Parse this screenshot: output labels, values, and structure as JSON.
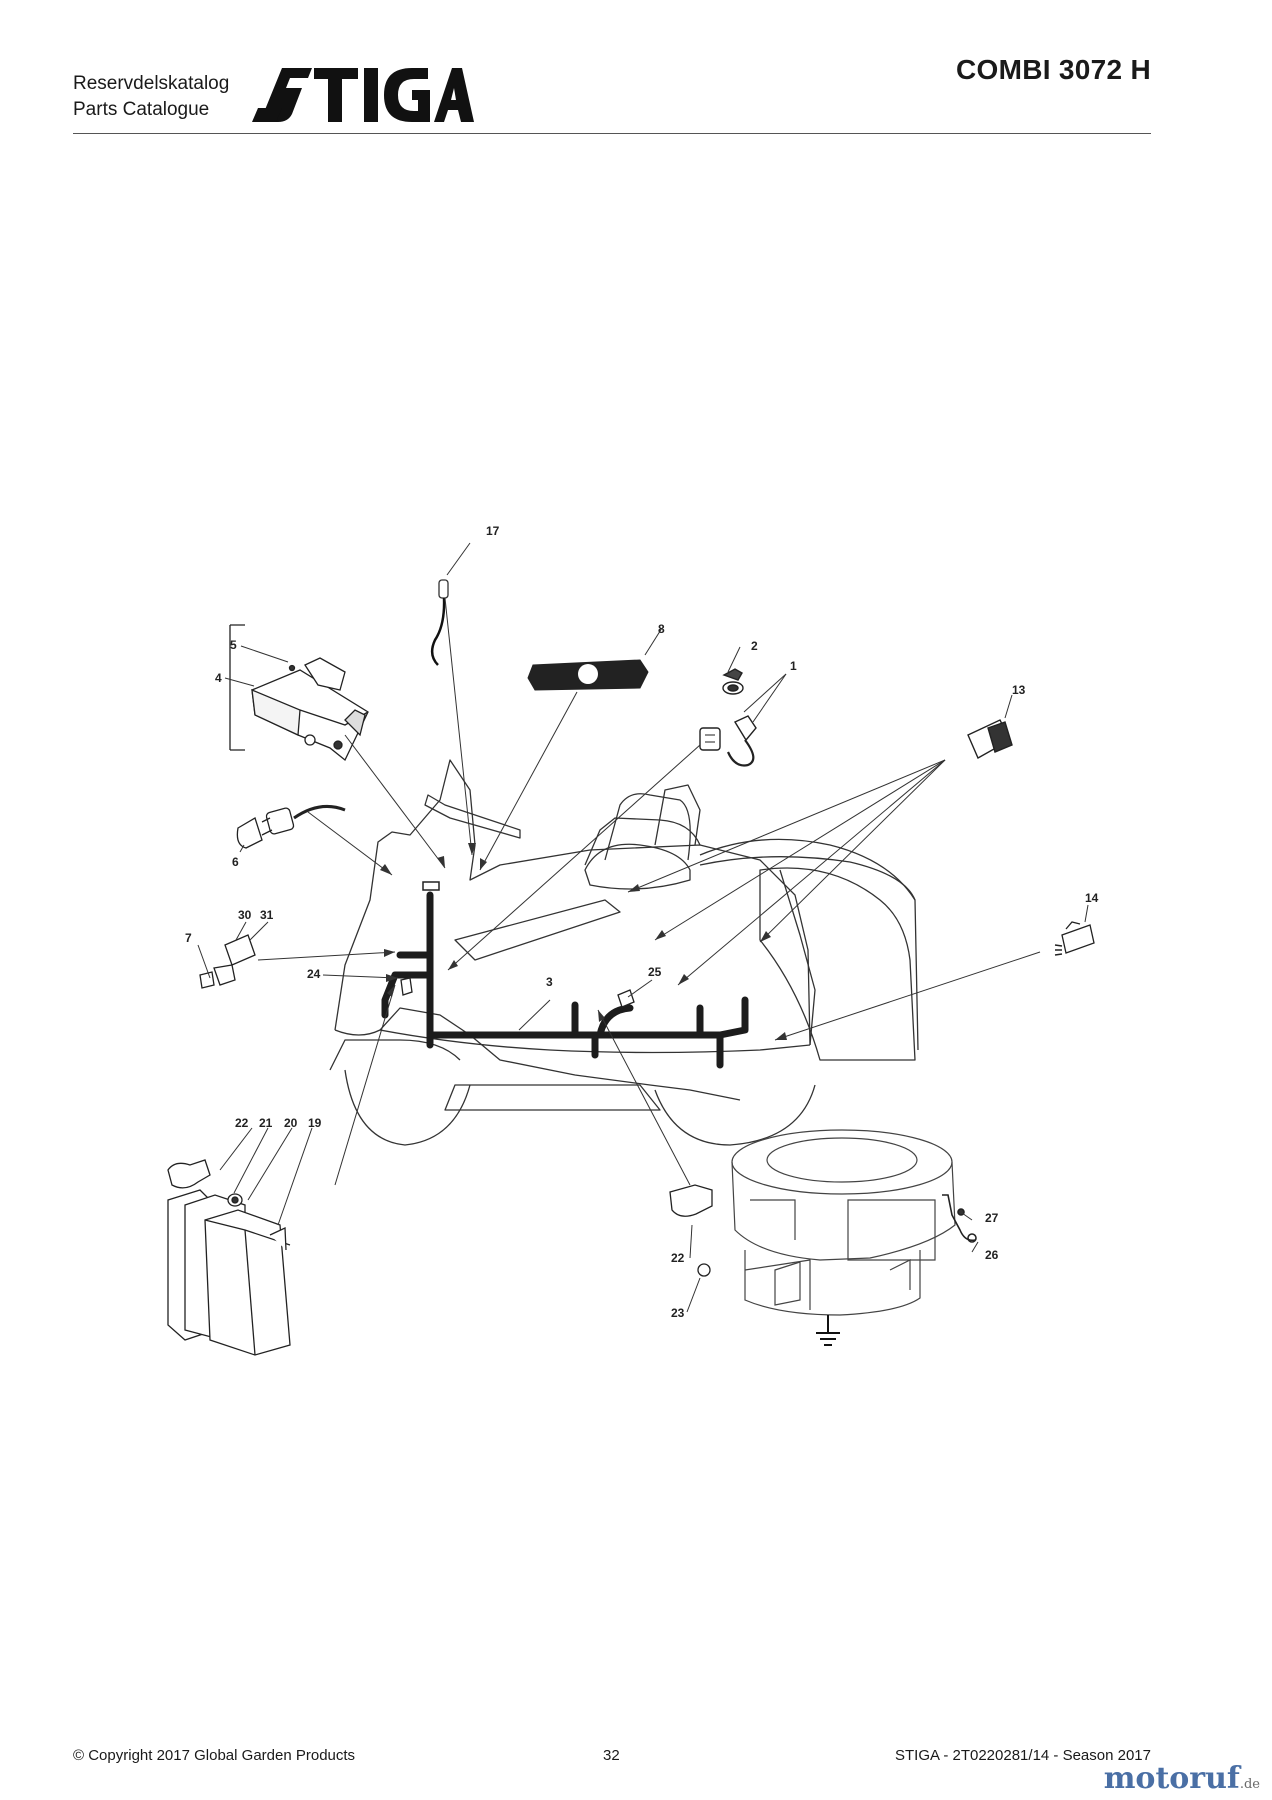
{
  "header": {
    "catalog_line1": "Reservdelskatalog",
    "catalog_line2": "Parts Catalogue",
    "brand_logo": "STIGA",
    "model": "COMBI 3072 H"
  },
  "diagram": {
    "callouts": [
      "1",
      "2",
      "3",
      "4",
      "5",
      "6",
      "7",
      "8",
      "13",
      "14",
      "17",
      "19",
      "20",
      "21",
      "22",
      "22",
      "23",
      "24",
      "25",
      "26",
      "27",
      "30",
      "31"
    ]
  },
  "footer": {
    "copyright": "© Copyright 2017 Global Garden Products",
    "page_number": "32",
    "document_ref": "STIGA - 2T0220281/14 - Season 2017"
  },
  "watermark": {
    "name": "motoruf",
    "suffix": ".de"
  }
}
